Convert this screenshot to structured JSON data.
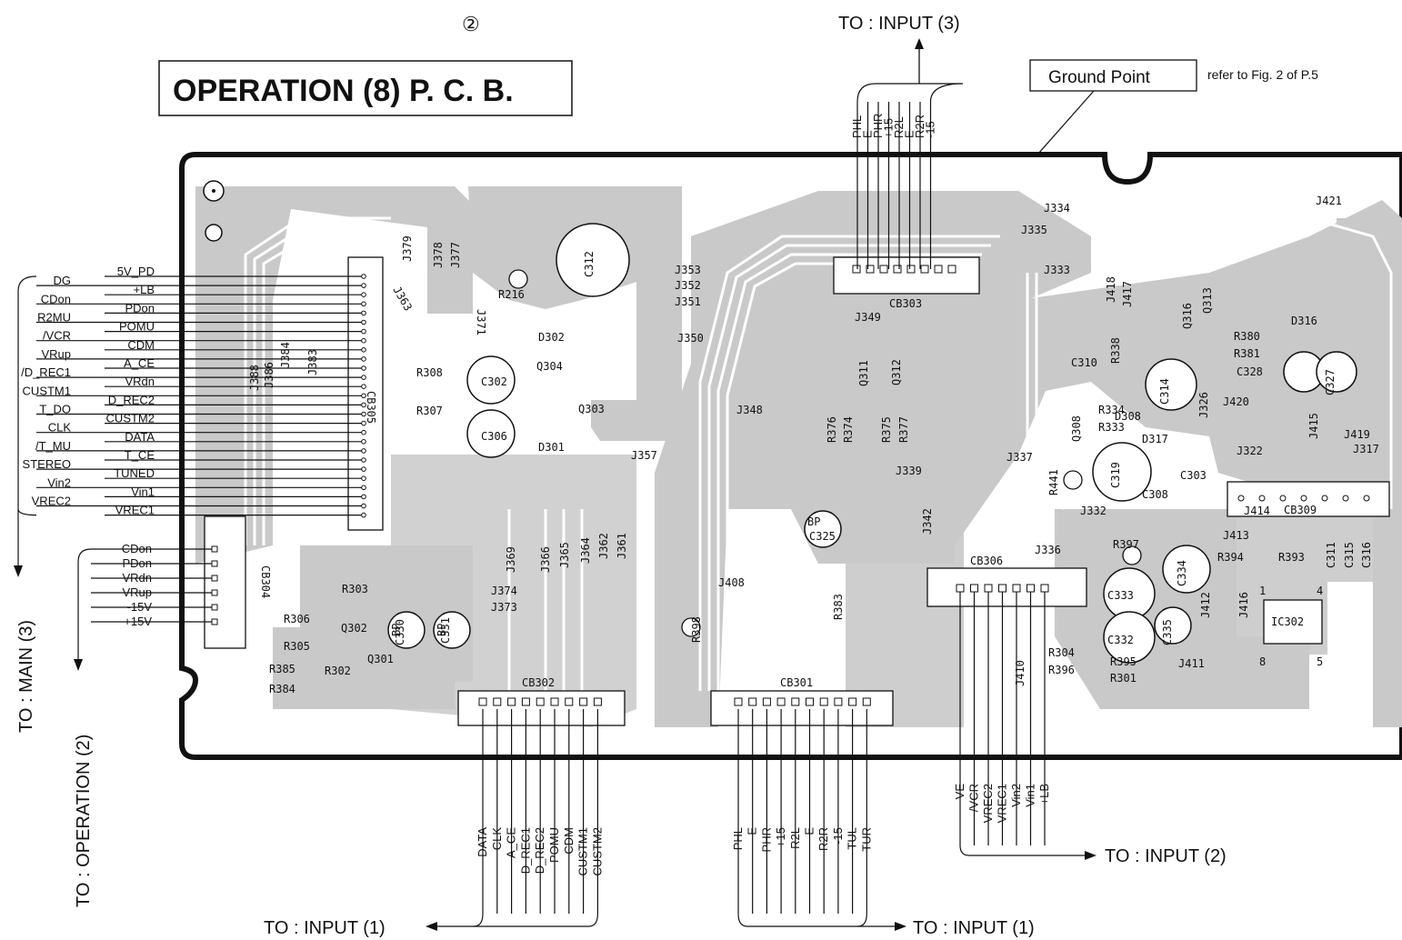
{
  "page": {
    "sheet_marker": "②",
    "title": "OPERATION (8) P. C. B.",
    "ground_point": "Ground Point",
    "ground_ref": "refer to Fig. 2 of P.5"
  },
  "destinations": {
    "input3": "TO : INPUT (3)",
    "input2": "TO : INPUT (2)",
    "input1_left": "TO : INPUT (1)",
    "input1_right": "TO : INPUT (1)",
    "main3": "TO : MAIN (3)",
    "operation2": "TO : OPERATION (2)"
  },
  "connectors": {
    "cb301": {
      "label": "CB301",
      "pins": [
        "PHL",
        "E",
        "PHR",
        "+15",
        "R2L",
        "E",
        "R2R",
        "-15",
        "TUL",
        "TUR"
      ]
    },
    "cb302": {
      "label": "CB302",
      "pins": [
        "DATA",
        "CLK",
        "A_CE",
        "D_REC1",
        "D_REC2",
        "POMU",
        "CDM",
        "CUSTM1",
        "CUSTM2"
      ]
    },
    "cb303": {
      "label": "CB303",
      "pins": [
        "PHL",
        "E",
        "PHR",
        "+15",
        "R2L",
        "E",
        "R2R",
        "-15"
      ]
    },
    "cb304": {
      "label": "CB304",
      "pins": [
        "CDon",
        "PDon",
        "VRdn",
        "VRup",
        "-15V",
        "+15V"
      ]
    },
    "cb305": {
      "label": "CB305",
      "pins_left": [
        "DG",
        "CDon",
        "R2MU",
        "/VCR",
        "VRup",
        "/D_REC1",
        "CUSTM1",
        "T_DO",
        "CLK",
        "/T_MU",
        "STEREO",
        "Vin2",
        "VREC2"
      ],
      "pins_right": [
        "5V_PD",
        "+LB",
        "PDon",
        "POMU",
        "CDM",
        "A_CE",
        "VRdn",
        "D_REC2",
        "CUSTM2",
        "DATA",
        "T_CE",
        "TUNED",
        "Vin1",
        "VREC1"
      ]
    },
    "cb306": {
      "label": "CB306",
      "pins": [
        "VE",
        "/VCR",
        "VREC2",
        "VREC1",
        "Vin2",
        "Vin1",
        "+LB"
      ]
    },
    "cb309": {
      "label": "CB309"
    }
  },
  "components": {
    "jumpers": [
      "J379",
      "J378",
      "J377",
      "J363",
      "J371",
      "J353",
      "J352",
      "J351",
      "J350",
      "J349",
      "J348",
      "J357",
      "J369",
      "J366",
      "J365",
      "J364",
      "J362",
      "J361",
      "J374",
      "J373",
      "J408",
      "J334",
      "J335",
      "J333",
      "J418",
      "J417",
      "J421",
      "J337",
      "J339",
      "J342",
      "J336",
      "J326",
      "J420",
      "J415",
      "J419",
      "J317",
      "J322",
      "J414",
      "J413",
      "J416",
      "J412",
      "J410",
      "J411",
      "J332",
      "J383",
      "J384",
      "J386",
      "J388"
    ],
    "resistors": [
      "R216",
      "R308",
      "R307",
      "R303",
      "R306",
      "R305",
      "R385",
      "R384",
      "R302",
      "R376",
      "R374",
      "R375",
      "R377",
      "R338",
      "R334",
      "R333",
      "R380",
      "R381",
      "R398",
      "R383",
      "R397",
      "R394",
      "R393",
      "R304",
      "R396",
      "R395",
      "R301",
      "R441"
    ],
    "capacitors": [
      "C312",
      "C302",
      "C306",
      "C330",
      "C331",
      "C310",
      "C314",
      "C328",
      "C327",
      "C319",
      "C303",
      "C308",
      "C325",
      "C334",
      "C333",
      "C332",
      "C335",
      "C311",
      "C315",
      "C316"
    ],
    "transistors": [
      "Q304",
      "Q303",
      "Q302",
      "Q301",
      "Q311",
      "Q312",
      "Q316",
      "Q313",
      "Q308"
    ],
    "diodes": [
      "D302",
      "D301",
      "D316",
      "D308",
      "D317"
    ],
    "ic": "IC302",
    "bp_marks": [
      "BP",
      "BP",
      "BP"
    ],
    "ic_pins": [
      "1",
      "4",
      "8",
      "5"
    ]
  },
  "colors": {
    "board_fill": "#c9c9c9",
    "trace": "#ffffff",
    "outline": "#111111"
  }
}
